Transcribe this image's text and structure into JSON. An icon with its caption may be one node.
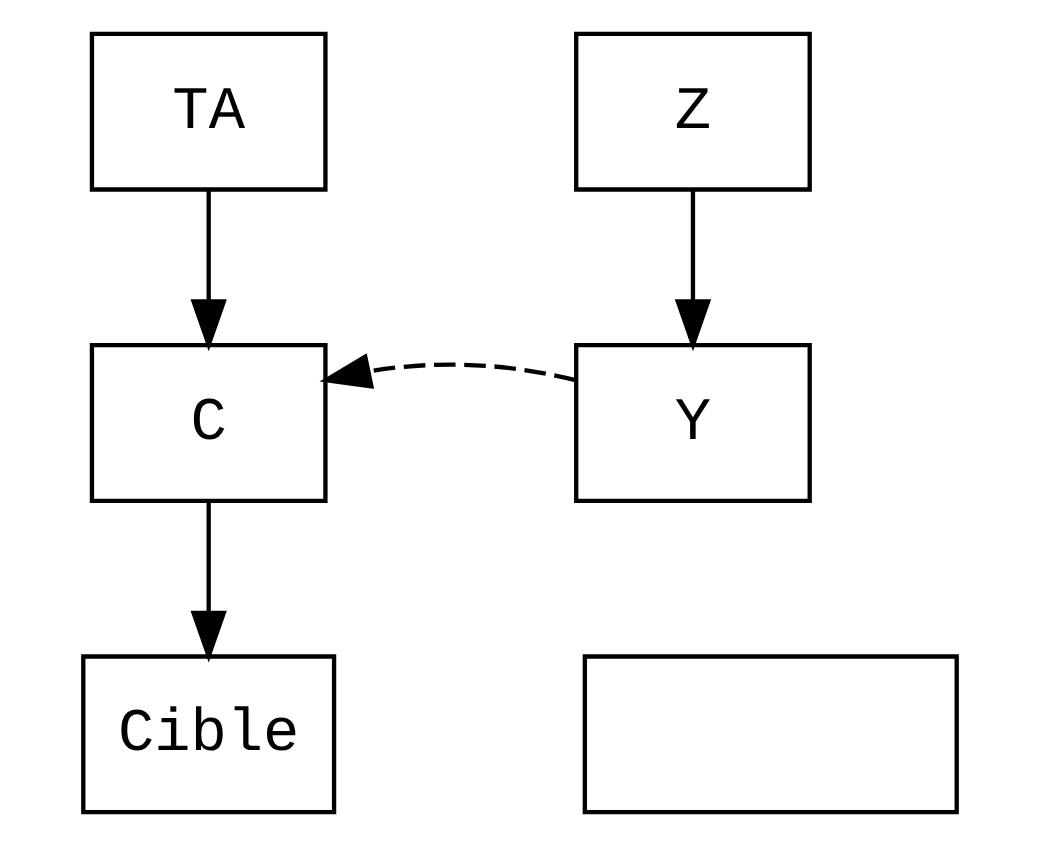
{
  "diagram": {
    "nodes": [
      {
        "text": [
          "TA"
        ]
      },
      {
        "text": [
          "Z"
        ]
      },
      {
        "text": [
          "C"
        ]
      },
      {
        "text": [
          "Y"
        ]
      },
      {
        "text": [
          "Cible"
        ]
      },
      {
        "text": [],
        "shape": "box"
      }
    ],
    "edges": [
      {
        "from": 0,
        "to": 2,
        "arrow": "to"
      },
      {
        "from": 1,
        "to": 3,
        "arrow": "to"
      },
      {
        "from": 3,
        "to": 2,
        "arrow": "to",
        "style": "dashed"
      },
      {
        "from": 2,
        "to": 4,
        "arrow": "to"
      }
    ]
  }
}
